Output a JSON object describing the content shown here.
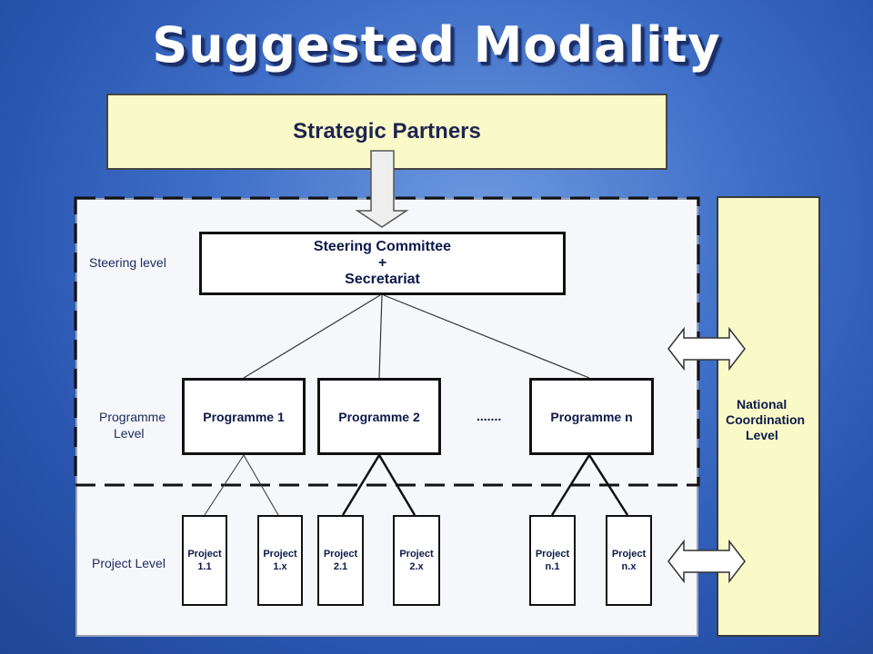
{
  "title": "Suggested Modality",
  "strategic_partners": "Strategic Partners",
  "levels": {
    "steering": "Steering level",
    "programme_line1": "Programme",
    "programme_line2": "Level",
    "project": "Project Level"
  },
  "steering_committee": {
    "line1": "Steering Committee",
    "line2": "+",
    "line3": "Secretariat"
  },
  "programmes": [
    "Programme 1",
    "Programme 2",
    "Programme n"
  ],
  "ellipsis": ".......",
  "projects": [
    {
      "line1": "Project",
      "line2": "1.1"
    },
    {
      "line1": "Project",
      "line2": "1.x"
    },
    {
      "line1": "Project",
      "line2": "2.1"
    },
    {
      "line1": "Project",
      "line2": "2.x"
    },
    {
      "line1": "Project",
      "line2": "n.1"
    },
    {
      "line1": "Project",
      "line2": "n.x"
    }
  ],
  "national": {
    "line1": "National",
    "line2": "Coordination",
    "line3": "Level"
  },
  "colors": {
    "background": "#3f6fc8",
    "highlight_box": "#fafac8",
    "text": "#0c1a4a"
  }
}
